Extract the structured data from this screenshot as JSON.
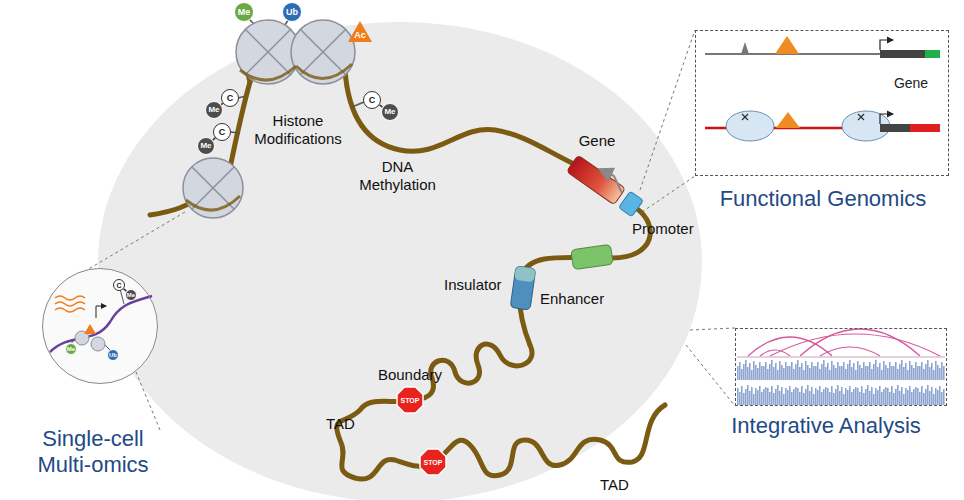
{
  "diagram": {
    "nodes": [
      {
        "text": [
          "Me"
        ]
      },
      {
        "text": [
          "Ub"
        ]
      },
      {
        "text": [
          "Ac"
        ]
      },
      {
        "text": [
          "C"
        ]
      },
      {
        "text": [
          "Me"
        ]
      },
      {
        "text": [
          "C"
        ]
      },
      {
        "text": [
          "Me"
        ]
      },
      {
        "text": [
          "C"
        ]
      },
      {
        "text": [
          "Me"
        ]
      },
      {
        "text": [
          "STOP"
        ]
      },
      {
        "text": [
          "STOP"
        ]
      },
      {
        "text": [
          "Functional Genomics",
          "Gene"
        ]
      },
      {
        "text": [
          "Integrative Analysis"
        ]
      },
      {
        "text": [
          "Single-cell Multi-omics"
        ]
      },
      {
        "text": [
          "C"
        ],
        "in": 13
      },
      {
        "text": [
          "Me"
        ],
        "in": 13
      },
      {
        "text": [
          "Me"
        ],
        "in": 13
      },
      {
        "text": [
          "Ub"
        ],
        "in": 13
      }
    ],
    "edges": [
      {
        "from": 3,
        "to": 4,
        "arrow": "none"
      },
      {
        "from": 5,
        "to": 6,
        "arrow": "none"
      },
      {
        "from": 7,
        "to": 8,
        "arrow": "none"
      },
      {
        "from": 14,
        "to": 15,
        "arrow": "none"
      }
    ],
    "labels": [
      "Histone Modifications",
      "DNA Methylation",
      "Gene",
      "Promoter",
      "Insulator",
      "Enhancer",
      "Boundary",
      "TAD",
      "TAD"
    ]
  }
}
